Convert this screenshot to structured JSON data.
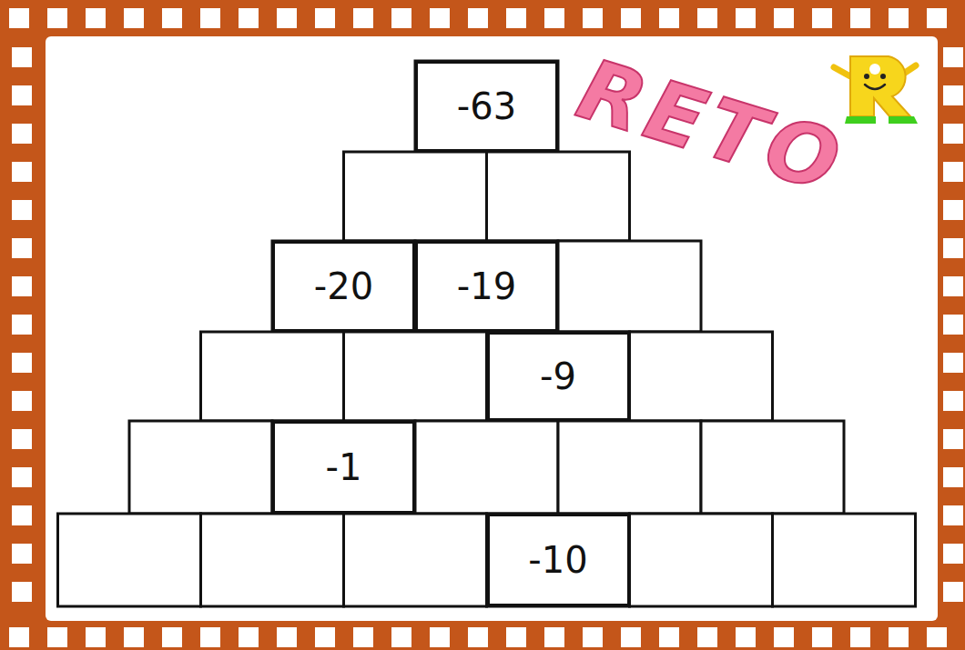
{
  "diagram": {
    "nodes": [
      {
        "text": [
          "-63"
        ]
      },
      {
        "text": [
          "-20"
        ]
      },
      {
        "text": [
          "-19"
        ]
      },
      {
        "text": [
          "-9"
        ]
      },
      {
        "text": [
          "-1"
        ]
      },
      {
        "text": [
          "-10"
        ]
      }
    ],
    "labels": [
      "RETO"
    ]
  }
}
